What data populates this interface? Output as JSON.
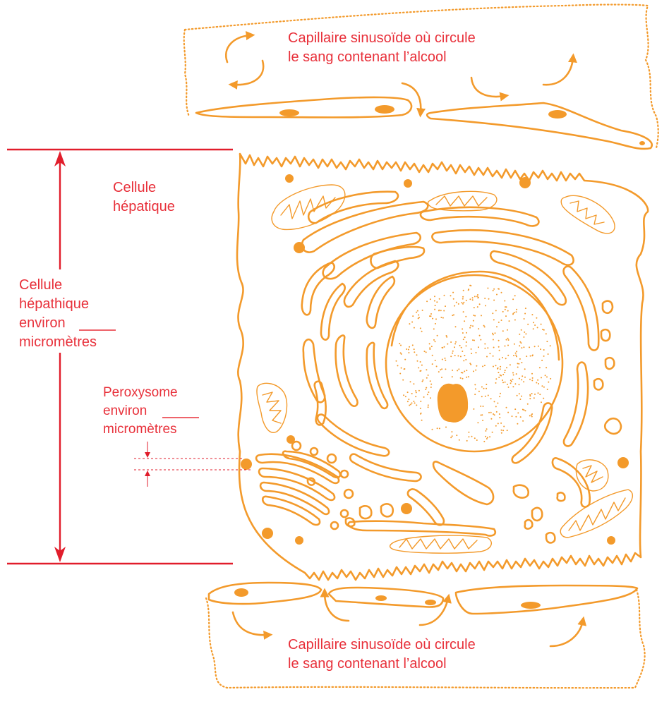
{
  "labels": {
    "capillary_top_line1": "Capillaire sinusoïde où circule",
    "capillary_top_line2": "le sang contenant l’alcool",
    "capillary_bottom_line1": "Capillaire sinusoïde où circule",
    "capillary_bottom_line2": "le sang contenant l’alcool",
    "cell_title_line1": "Cellule",
    "cell_title_line2": "hépatique",
    "cell_size_line1": "Cellule",
    "cell_size_line2": "hépathique",
    "cell_size_line3": "environ",
    "cell_size_line4": "micromètres",
    "perox_line1": "Peroxysome",
    "perox_line2": "environ",
    "perox_line3": "micromètres"
  },
  "colors": {
    "orange": "#f39a2b",
    "red": "#e11d2b",
    "label_red": "#e8303a"
  }
}
